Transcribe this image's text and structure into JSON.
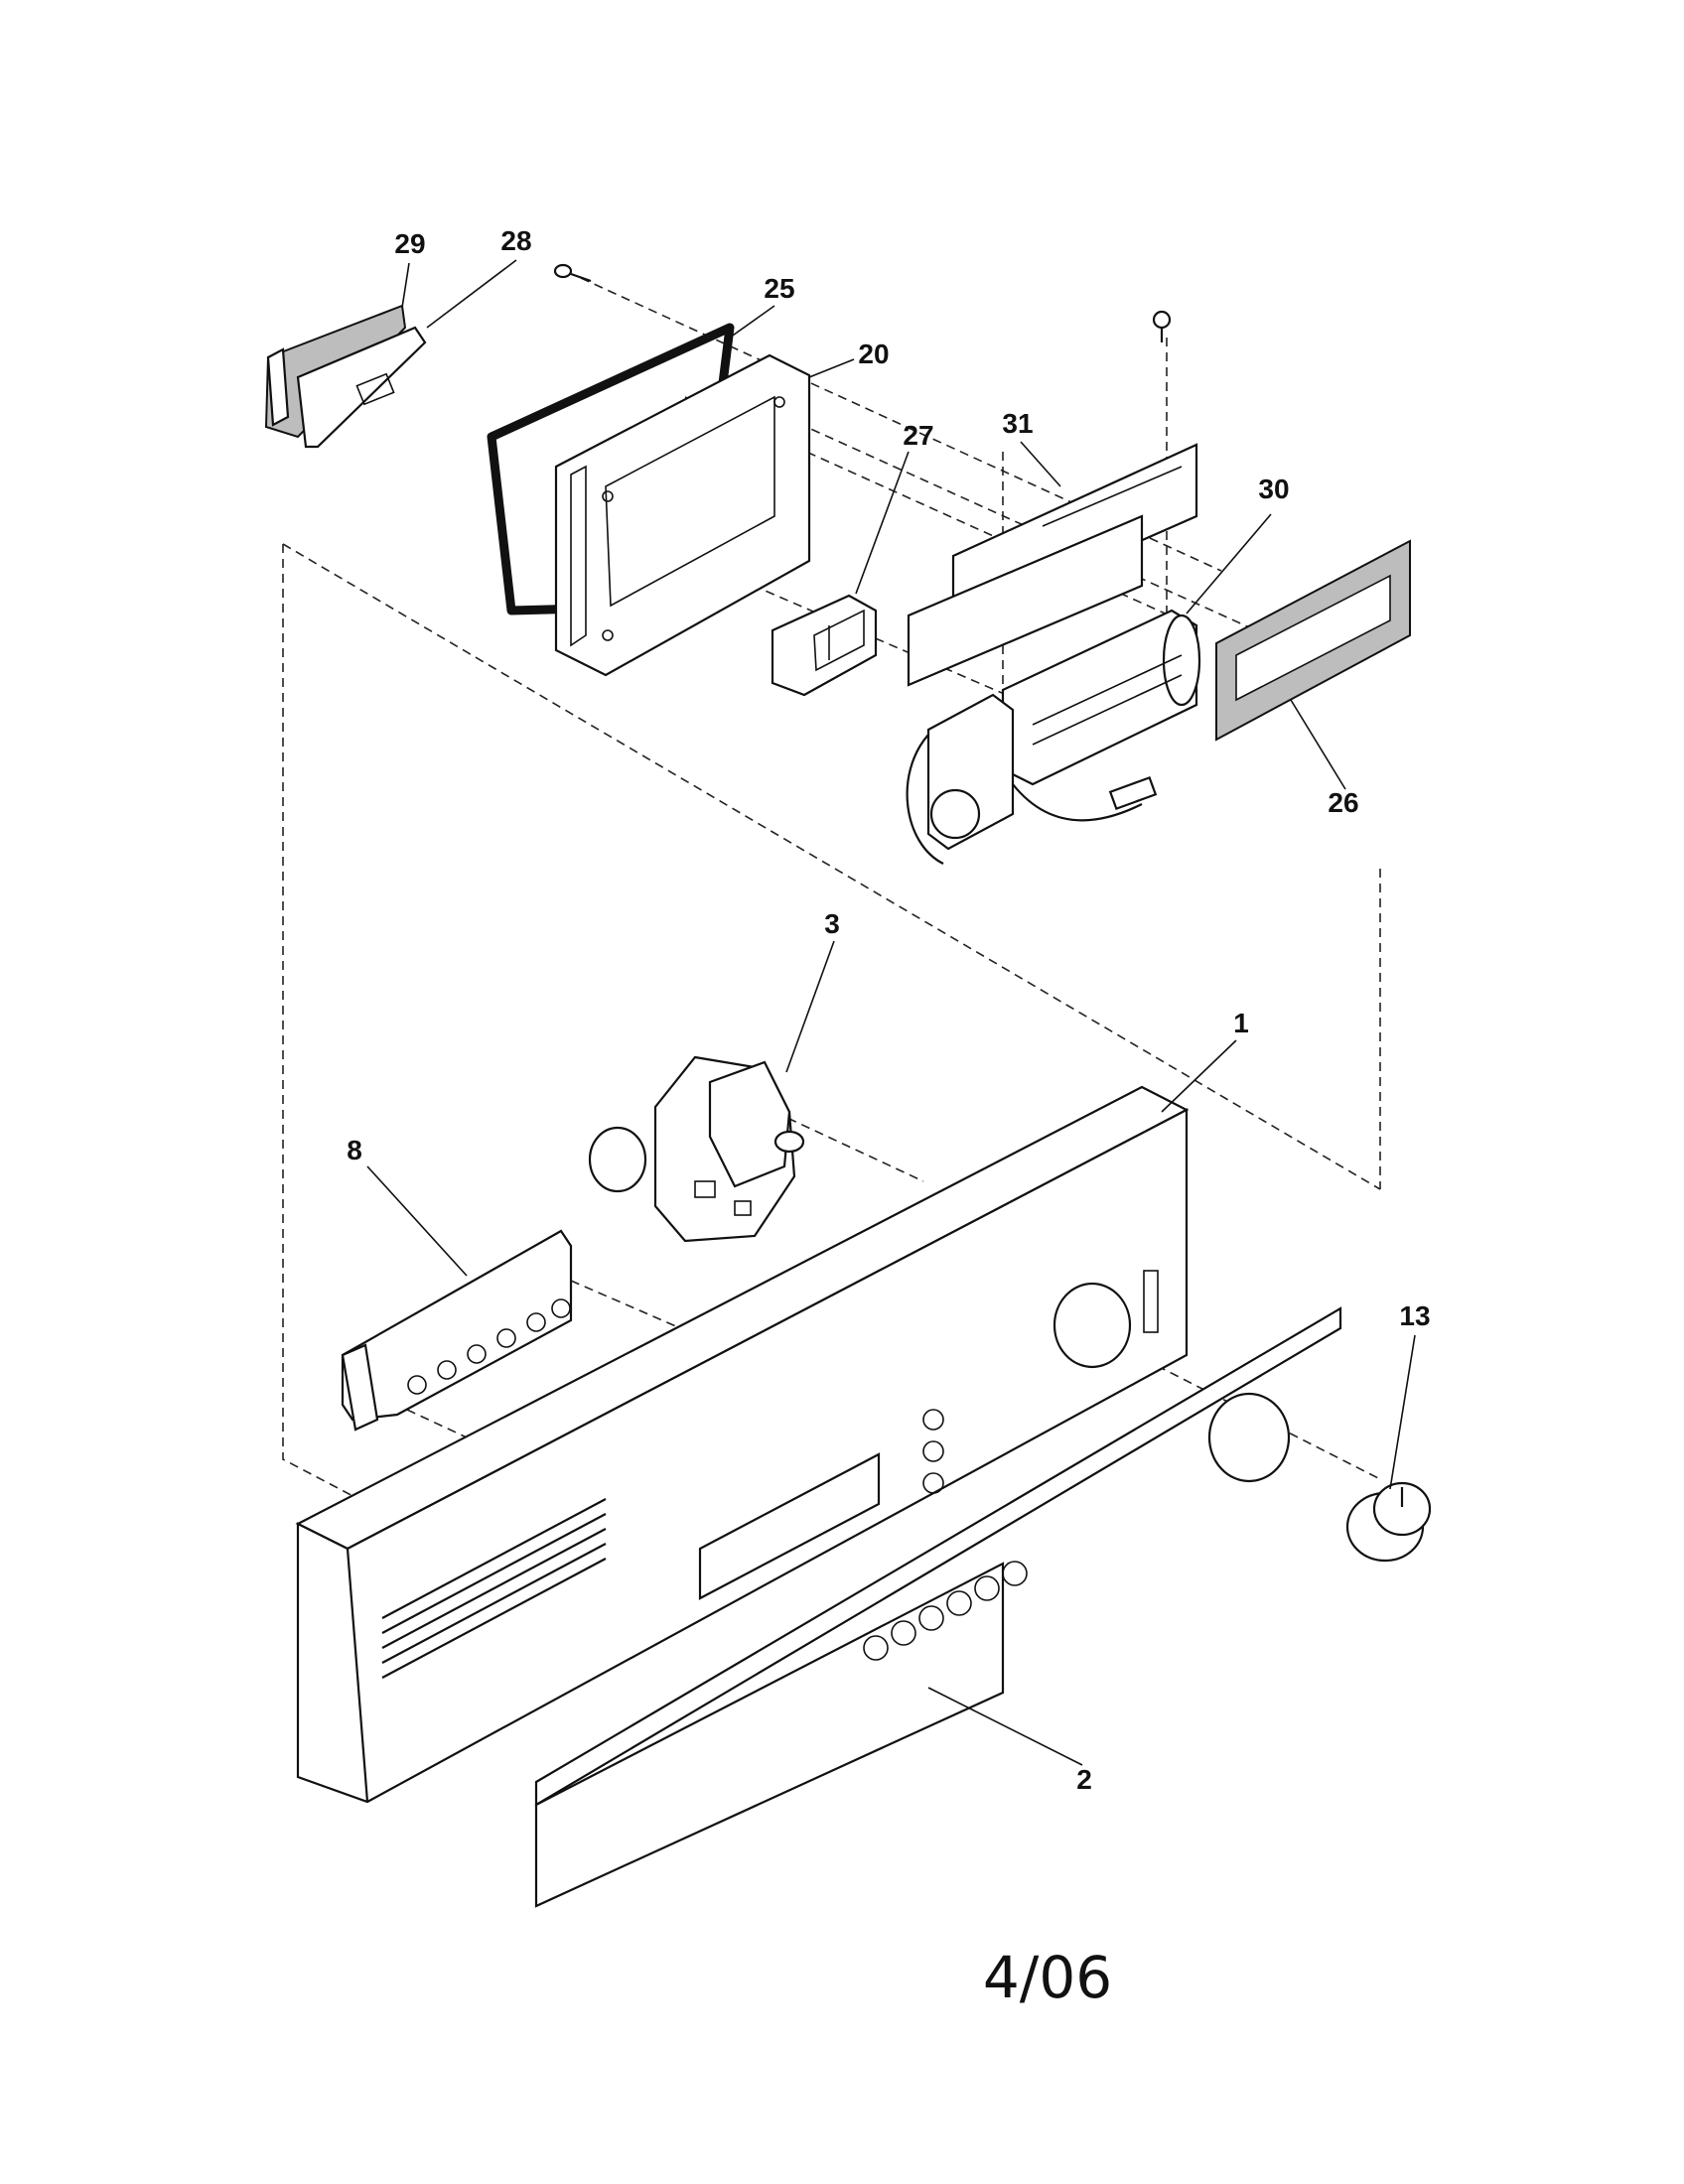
{
  "callouts": {
    "c29": "29",
    "c28": "28",
    "c25": "25",
    "c20": "20",
    "c27": "27",
    "c31": "31",
    "c30": "30",
    "c26": "26",
    "c3": "3",
    "c1": "1",
    "c8": "8",
    "c13": "13",
    "c2": "2"
  },
  "date_code": "4/06"
}
